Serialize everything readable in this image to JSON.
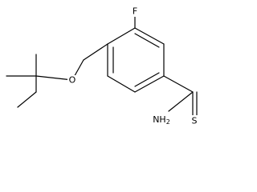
{
  "molecule": {
    "atoms": {
      "fluorine": "F",
      "oxygen": "O",
      "sulfur": "S",
      "amine": "NH",
      "amine_subscript": "2"
    }
  },
  "colors": {
    "bond": "#000000",
    "label": "#000000",
    "background": "#ffffff"
  }
}
